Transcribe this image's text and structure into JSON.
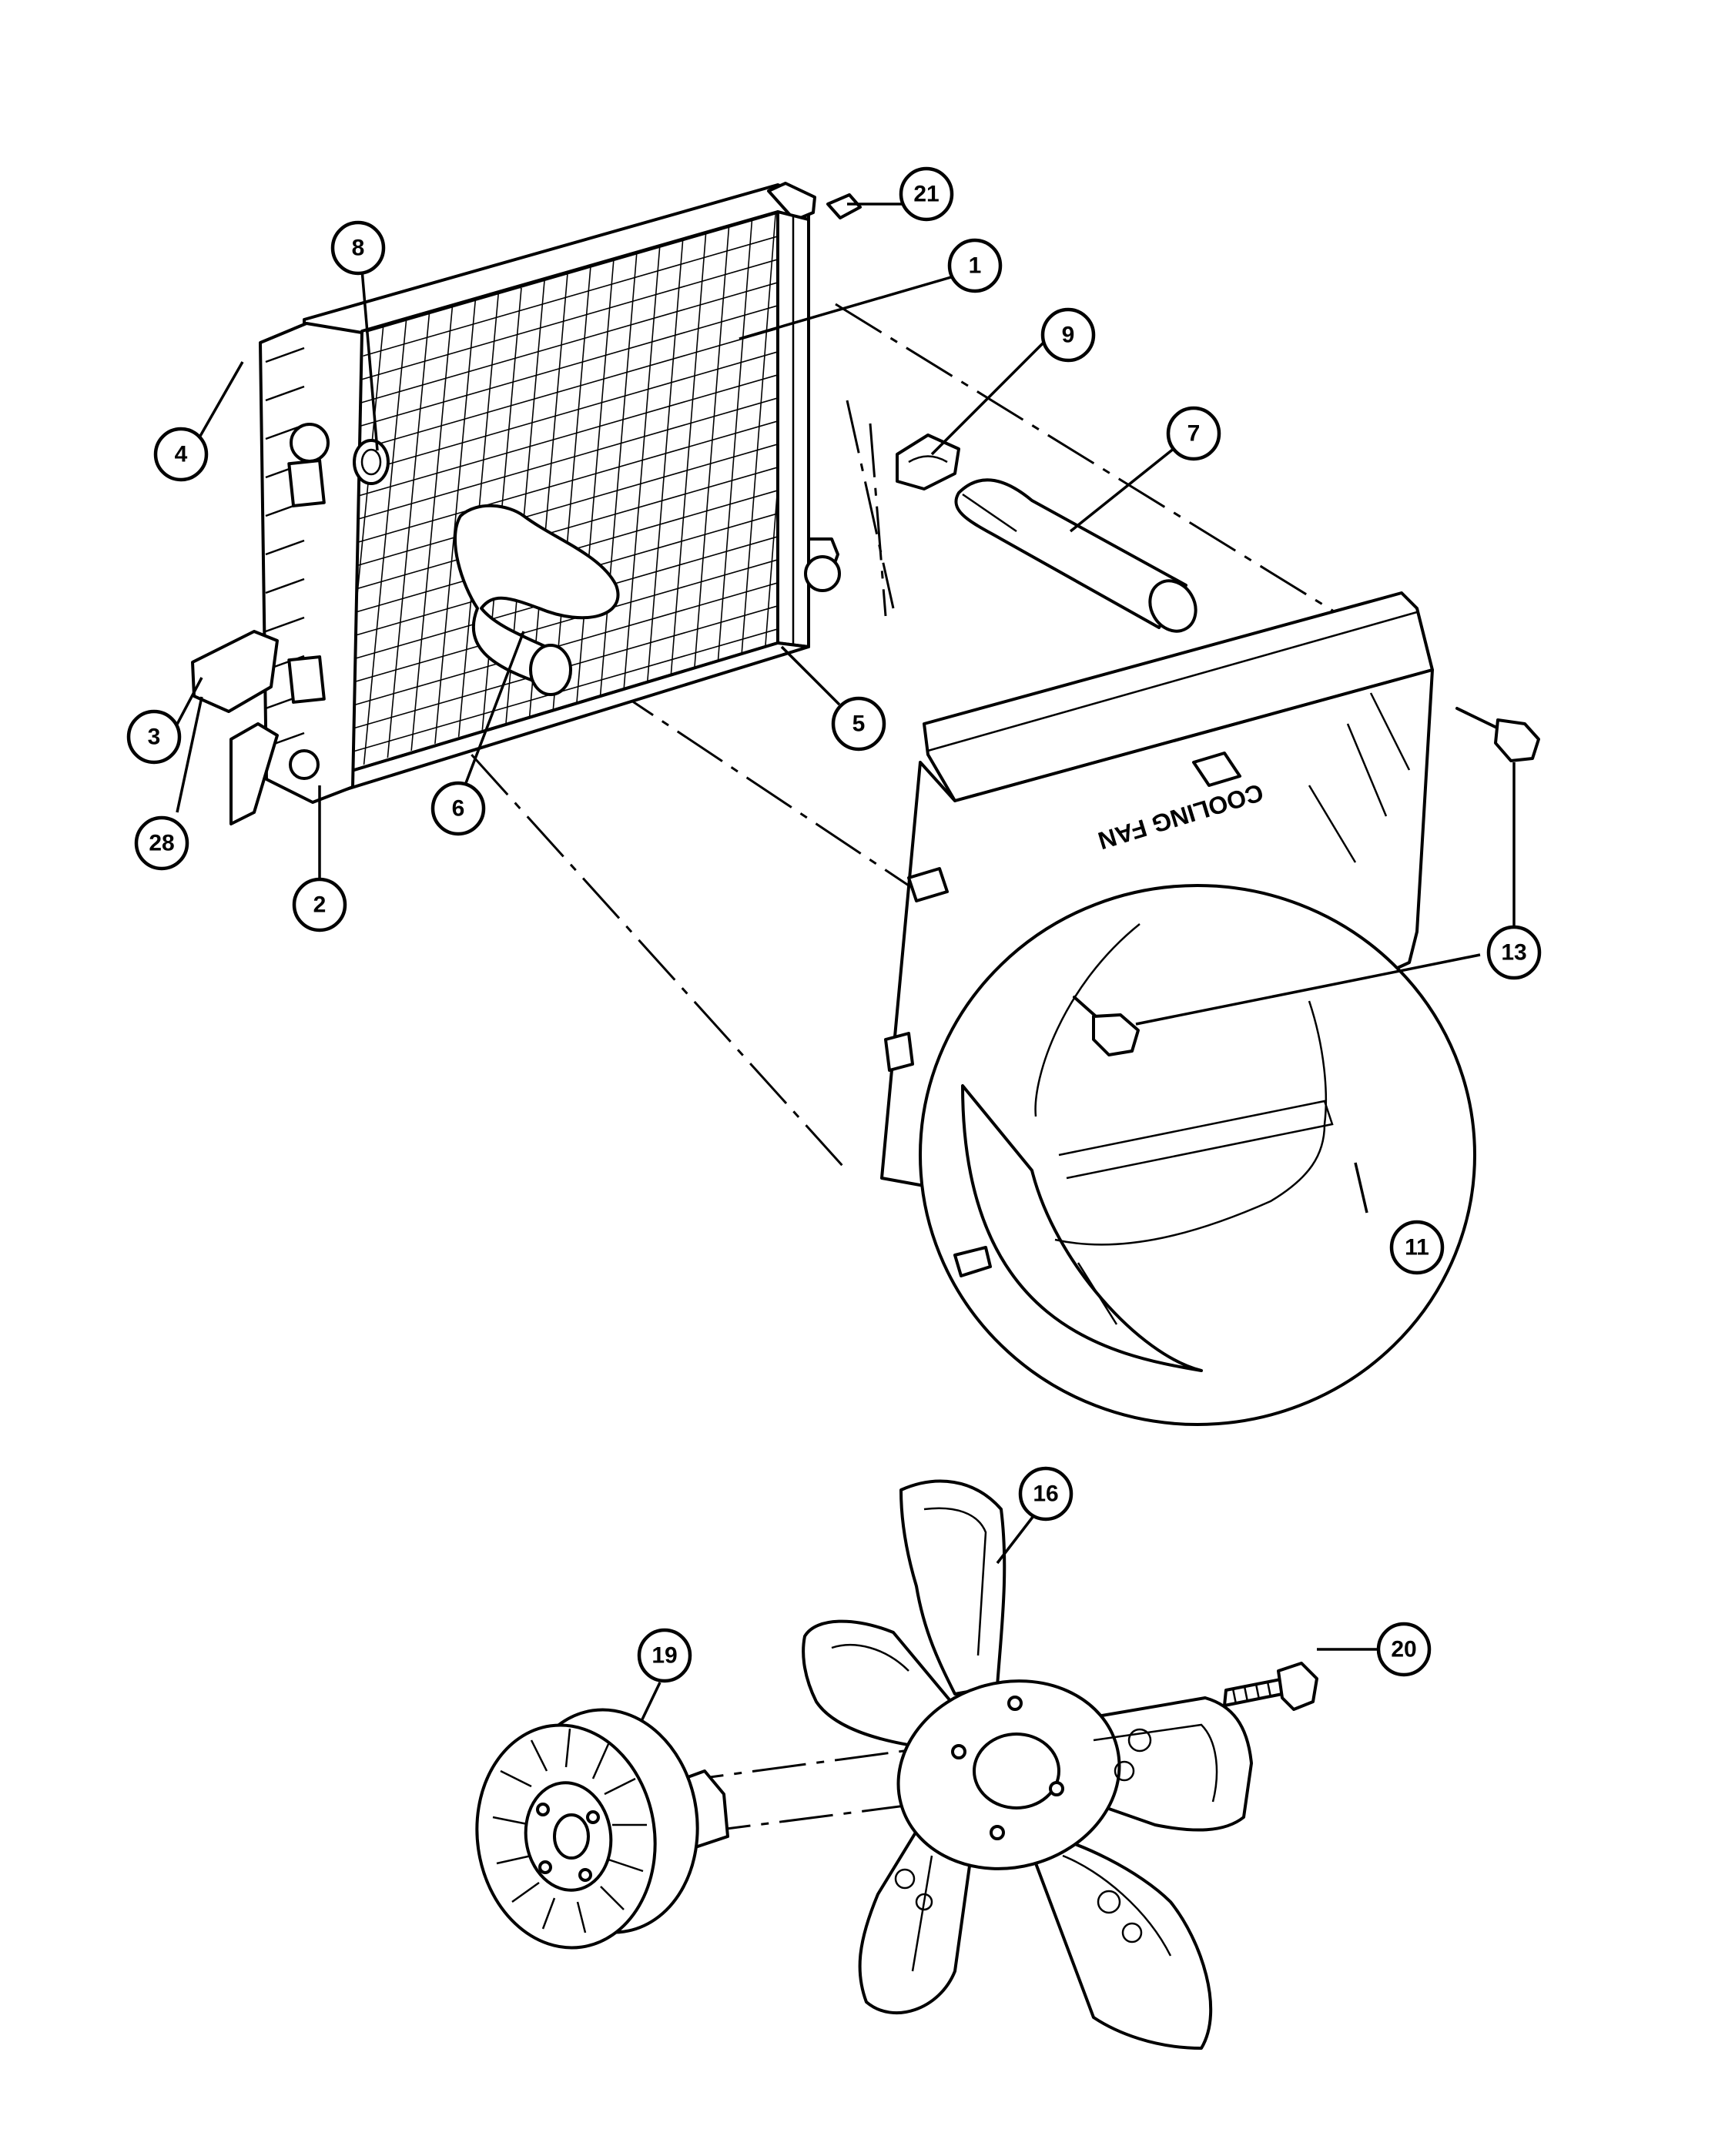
{
  "diagram": {
    "shroud_stamp": "COOLING FAN",
    "callouts": [
      {
        "id": "callout-1",
        "label": "1"
      },
      {
        "id": "callout-2",
        "label": "2"
      },
      {
        "id": "callout-3",
        "label": "3"
      },
      {
        "id": "callout-4",
        "label": "4"
      },
      {
        "id": "callout-5",
        "label": "5"
      },
      {
        "id": "callout-6",
        "label": "6"
      },
      {
        "id": "callout-7",
        "label": "7"
      },
      {
        "id": "callout-8",
        "label": "8"
      },
      {
        "id": "callout-9",
        "label": "9"
      },
      {
        "id": "callout-11",
        "label": "11"
      },
      {
        "id": "callout-13",
        "label": "13"
      },
      {
        "id": "callout-16",
        "label": "16"
      },
      {
        "id": "callout-19",
        "label": "19"
      },
      {
        "id": "callout-20",
        "label": "20"
      },
      {
        "id": "callout-21",
        "label": "21"
      },
      {
        "id": "callout-28",
        "label": "28"
      }
    ]
  }
}
